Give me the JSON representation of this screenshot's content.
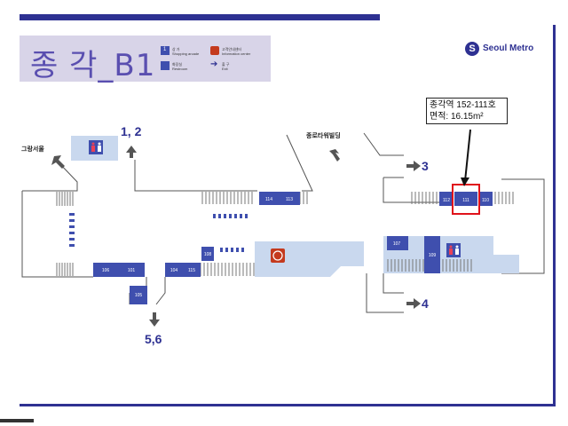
{
  "title": "종  각_B1",
  "legend": {
    "shop_num": "1",
    "shop": [
      "상 가",
      "Shopping arcade"
    ],
    "info": [
      "고객안내센터",
      "Information center"
    ],
    "restroom": [
      "화장실",
      "Restroom"
    ],
    "exit": [
      "출 구",
      "Exit"
    ]
  },
  "logo_text": "Seoul Metro",
  "callout": {
    "line1": "종각역 152-111호",
    "line2": "면적: 16.15m²"
  },
  "labels": {
    "exit_1_2": "1, 2",
    "exit_3": "3",
    "exit_4": "4",
    "exit_5_6": "5,6",
    "grand_seoul": "그랑서울",
    "jongno_tower": "종로타워빌딩"
  },
  "shops": [
    "114",
    "113",
    "112",
    "111",
    "110",
    "106",
    "101",
    "105",
    "104",
    "115",
    "108",
    "107",
    "109"
  ],
  "colors": {
    "frame": "#2e3192",
    "corridor": "#c9d8ee",
    "shop": "#3f4fae",
    "highlight": "#e0121b"
  }
}
